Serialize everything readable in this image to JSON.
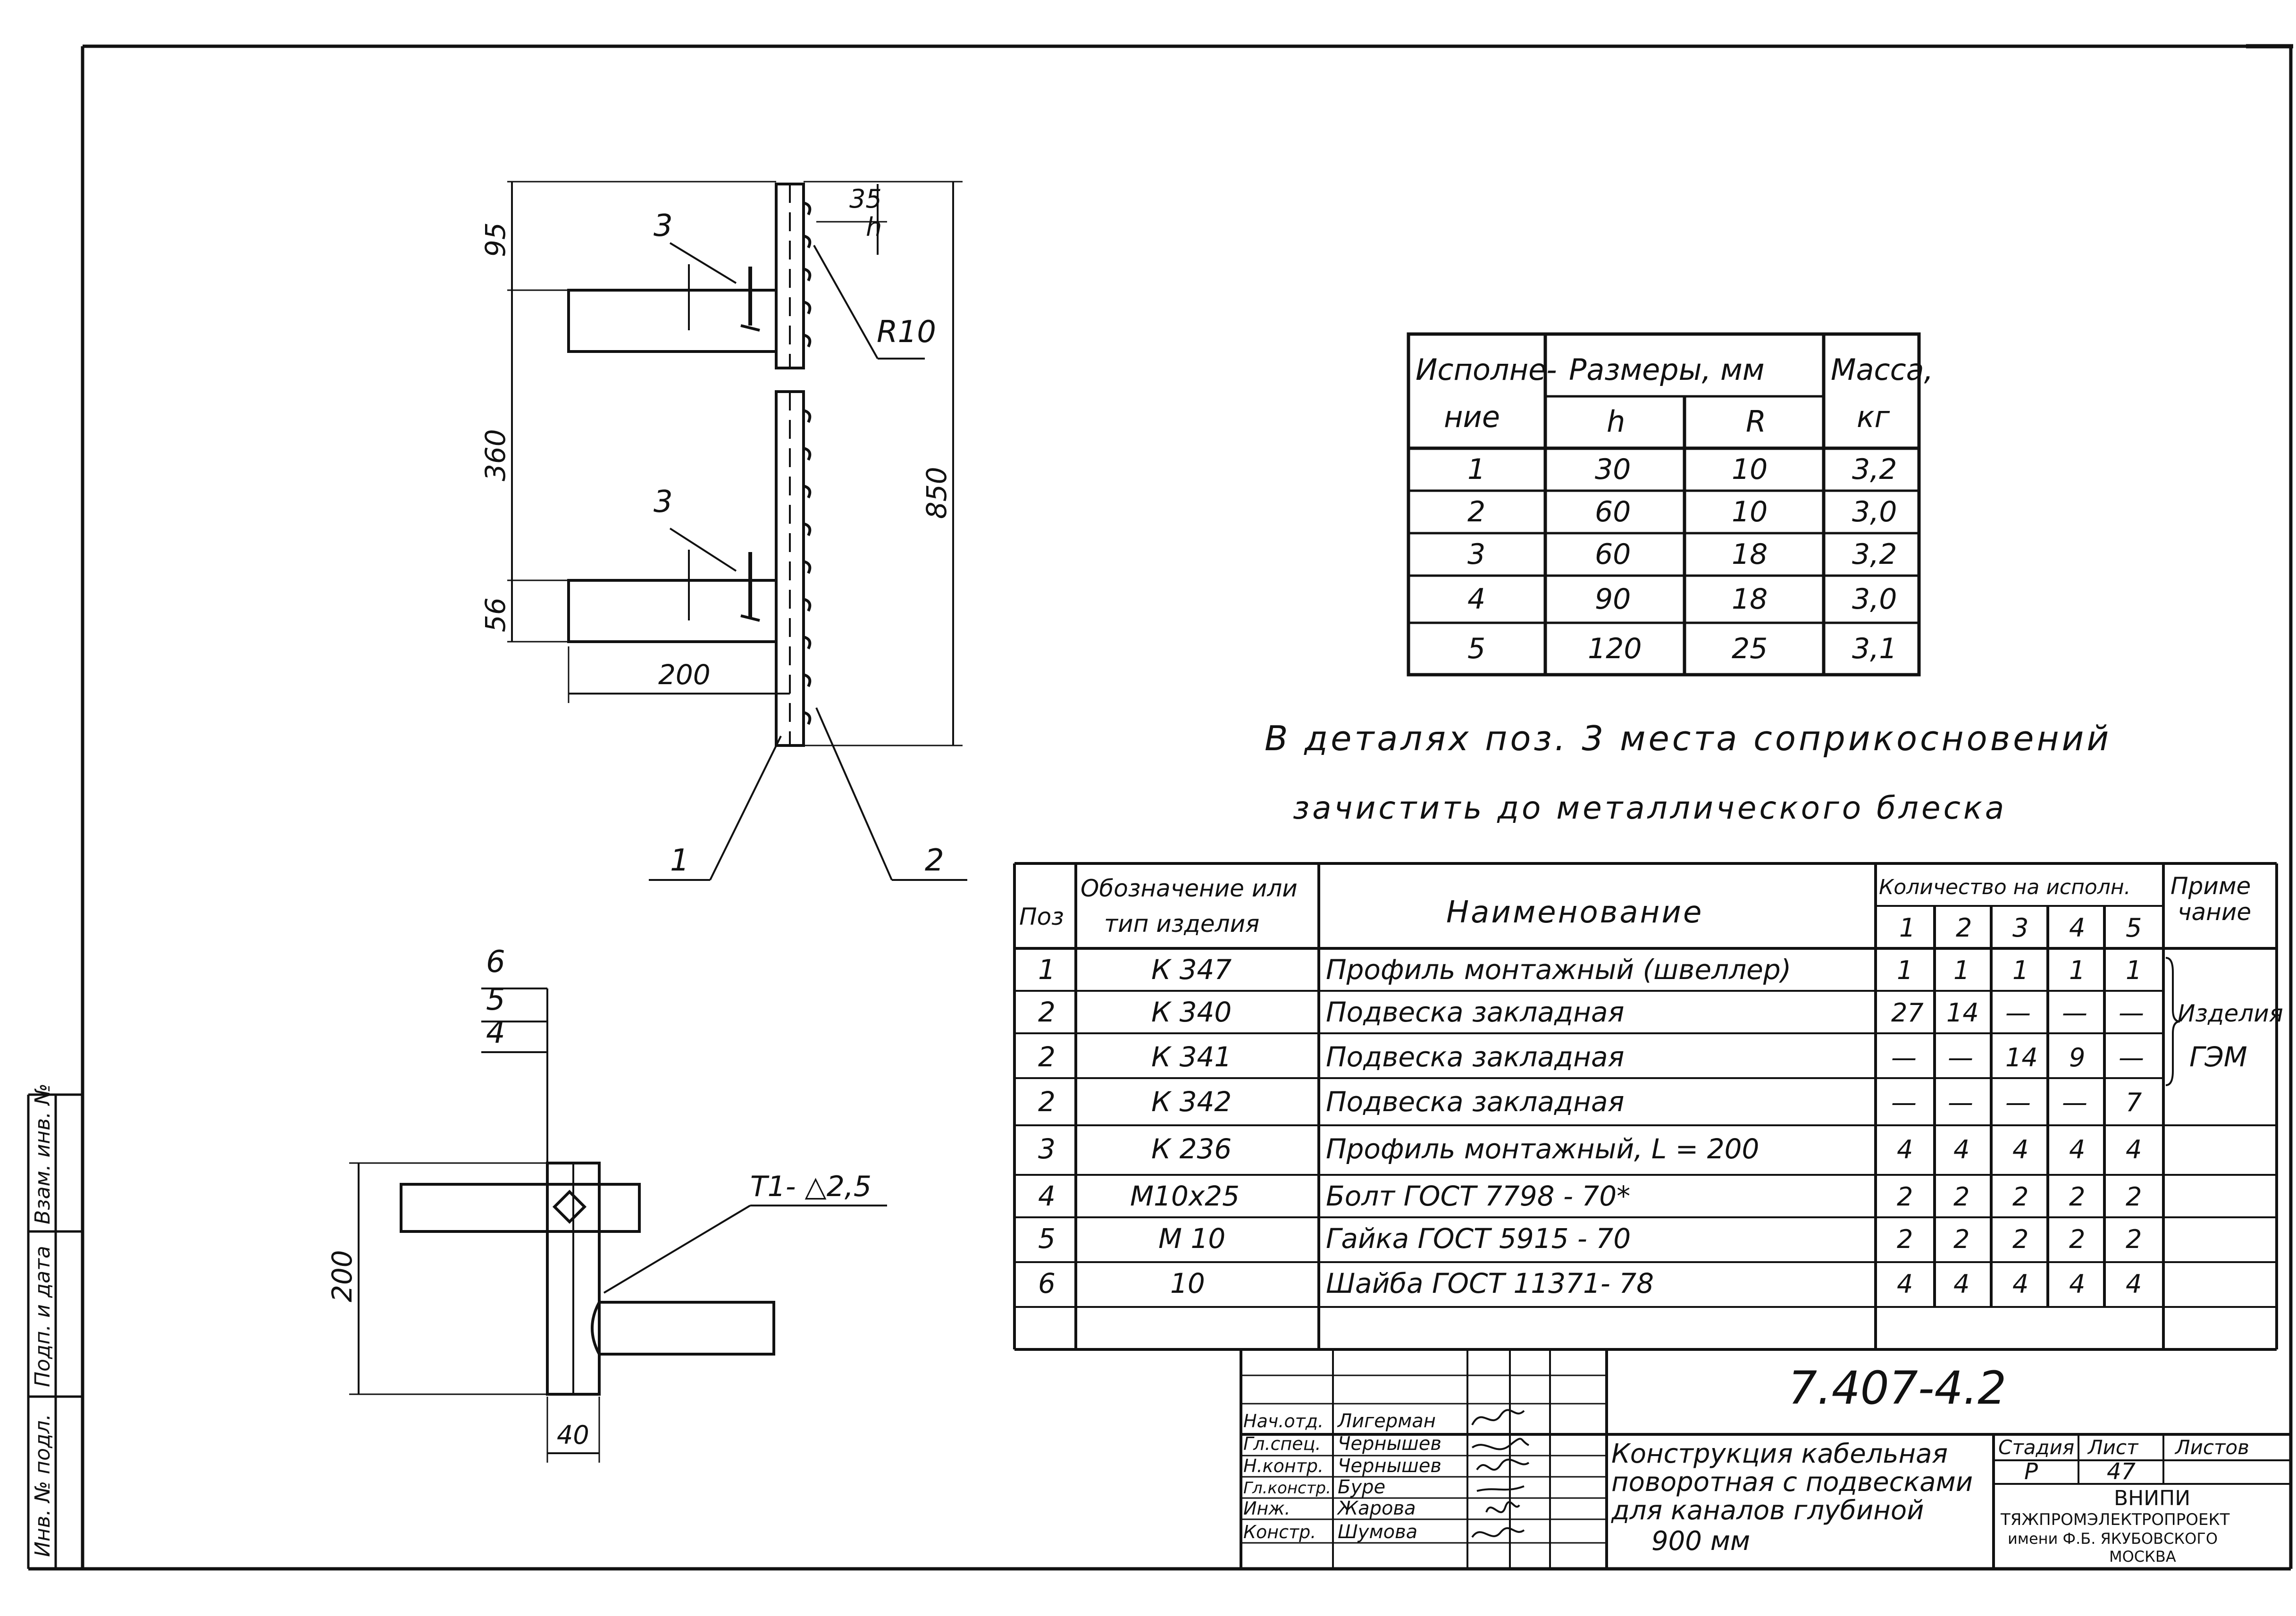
{
  "drawing": {
    "dimensions_top": {
      "d95": "95",
      "d360": "360",
      "d56": "56",
      "d850": "850",
      "d200": "200",
      "d35": "35",
      "h_label": "h",
      "r10": "R10"
    },
    "callouts": {
      "pos3_upper": "3",
      "pos3_lower": "3",
      "pos1": "1",
      "pos2": "2"
    },
    "detail": {
      "pos6": "6",
      "pos5": "5",
      "pos4": "4",
      "weld": "T1- △2,5",
      "d200": "200",
      "d40": "40"
    }
  },
  "variants_table": {
    "header_variant": "Исполне-",
    "header_variant2": "ние",
    "header_dims": "Размеры, мм",
    "header_h": "h",
    "header_R": "R",
    "header_mass": "Масса,",
    "header_mass_unit": "кг",
    "rows": [
      {
        "n": "1",
        "h": "30",
        "R": "10",
        "m": "3,2"
      },
      {
        "n": "2",
        "h": "60",
        "R": "10",
        "m": "3,0"
      },
      {
        "n": "3",
        "h": "60",
        "R": "18",
        "m": "3,2"
      },
      {
        "n": "4",
        "h": "90",
        "R": "18",
        "m": "3,0"
      },
      {
        "n": "5",
        "h": "120",
        "R": "25",
        "m": "3,1"
      }
    ]
  },
  "note": {
    "line1": "В деталях поз. 3 места соприкосновений",
    "line2": "зачистить до металлического блеска"
  },
  "spec_table": {
    "h_pos": "Поз",
    "h_desig1": "Обозначение или",
    "h_desig2": "тип изделия",
    "h_name": "Наименование",
    "h_qty": "Количество на исполн.",
    "h_note1": "Приме",
    "h_note2": "чание",
    "variants": [
      "1",
      "2",
      "3",
      "4",
      "5"
    ],
    "rows": [
      {
        "pos": "1",
        "des": "К 347",
        "name": "Профиль монтажный (швеллер)",
        "q": [
          "1",
          "1",
          "1",
          "1",
          "1"
        ]
      },
      {
        "pos": "2",
        "des": "К 340",
        "name": "Подвеска закладная",
        "q": [
          "27",
          "14",
          "—",
          "—",
          "—"
        ]
      },
      {
        "pos": "2",
        "des": "К 341",
        "name": "Подвеска закладная",
        "q": [
          "—",
          "—",
          "14",
          "9",
          "—"
        ]
      },
      {
        "pos": "2",
        "des": "К 342",
        "name": "Подвеска закладная",
        "q": [
          "—",
          "—",
          "—",
          "—",
          "7"
        ]
      },
      {
        "pos": "3",
        "des": "К 236",
        "name": "Профиль монтажный, L = 200",
        "q": [
          "4",
          "4",
          "4",
          "4",
          "4"
        ]
      },
      {
        "pos": "4",
        "des": "М10х25",
        "name": "Болт ГОСТ 7798 - 70*",
        "q": [
          "2",
          "2",
          "2",
          "2",
          "2"
        ]
      },
      {
        "pos": "5",
        "des": "М 10",
        "name": "Гайка ГОСТ 5915 - 70",
        "q": [
          "2",
          "2",
          "2",
          "2",
          "2"
        ]
      },
      {
        "pos": "6",
        "des": "10",
        "name": "Шайба ГОСТ 11371- 78",
        "q": [
          "4",
          "4",
          "4",
          "4",
          "4"
        ]
      }
    ],
    "note_line1": "Изделия",
    "note_line2": "ГЭМ"
  },
  "title_block": {
    "code": "7.407-4.2",
    "roles": [
      "Нач.отд.",
      "Гл.спец.",
      "Н.контр.",
      "Гл.констр.",
      "Инж.",
      "Констр."
    ],
    "names": [
      "Лигерман",
      "Чернышев",
      "Чернышев",
      "Буре",
      "Жарова",
      "Шумова"
    ],
    "title_lines": [
      "Конструкция кабельная",
      "поворотная с подвесками",
      "для каналов глубиной",
      "900 мм"
    ],
    "h_stage": "Стадия",
    "h_sheet": "Лист",
    "h_sheets": "Листов",
    "stage": "Р",
    "sheet": "47",
    "org1": "ВНИПИ",
    "org2": "ТЯЖПРОМЭЛЕКТРОПРОЕКТ",
    "org3": "имени Ф.Б. ЯКУБОВСКОГО",
    "org4": "МОСКВА"
  },
  "side_stamp": {
    "inv": "Инв. № подл.",
    "sig": "Подп. и дата",
    "exch": "Взам. инв. №"
  }
}
